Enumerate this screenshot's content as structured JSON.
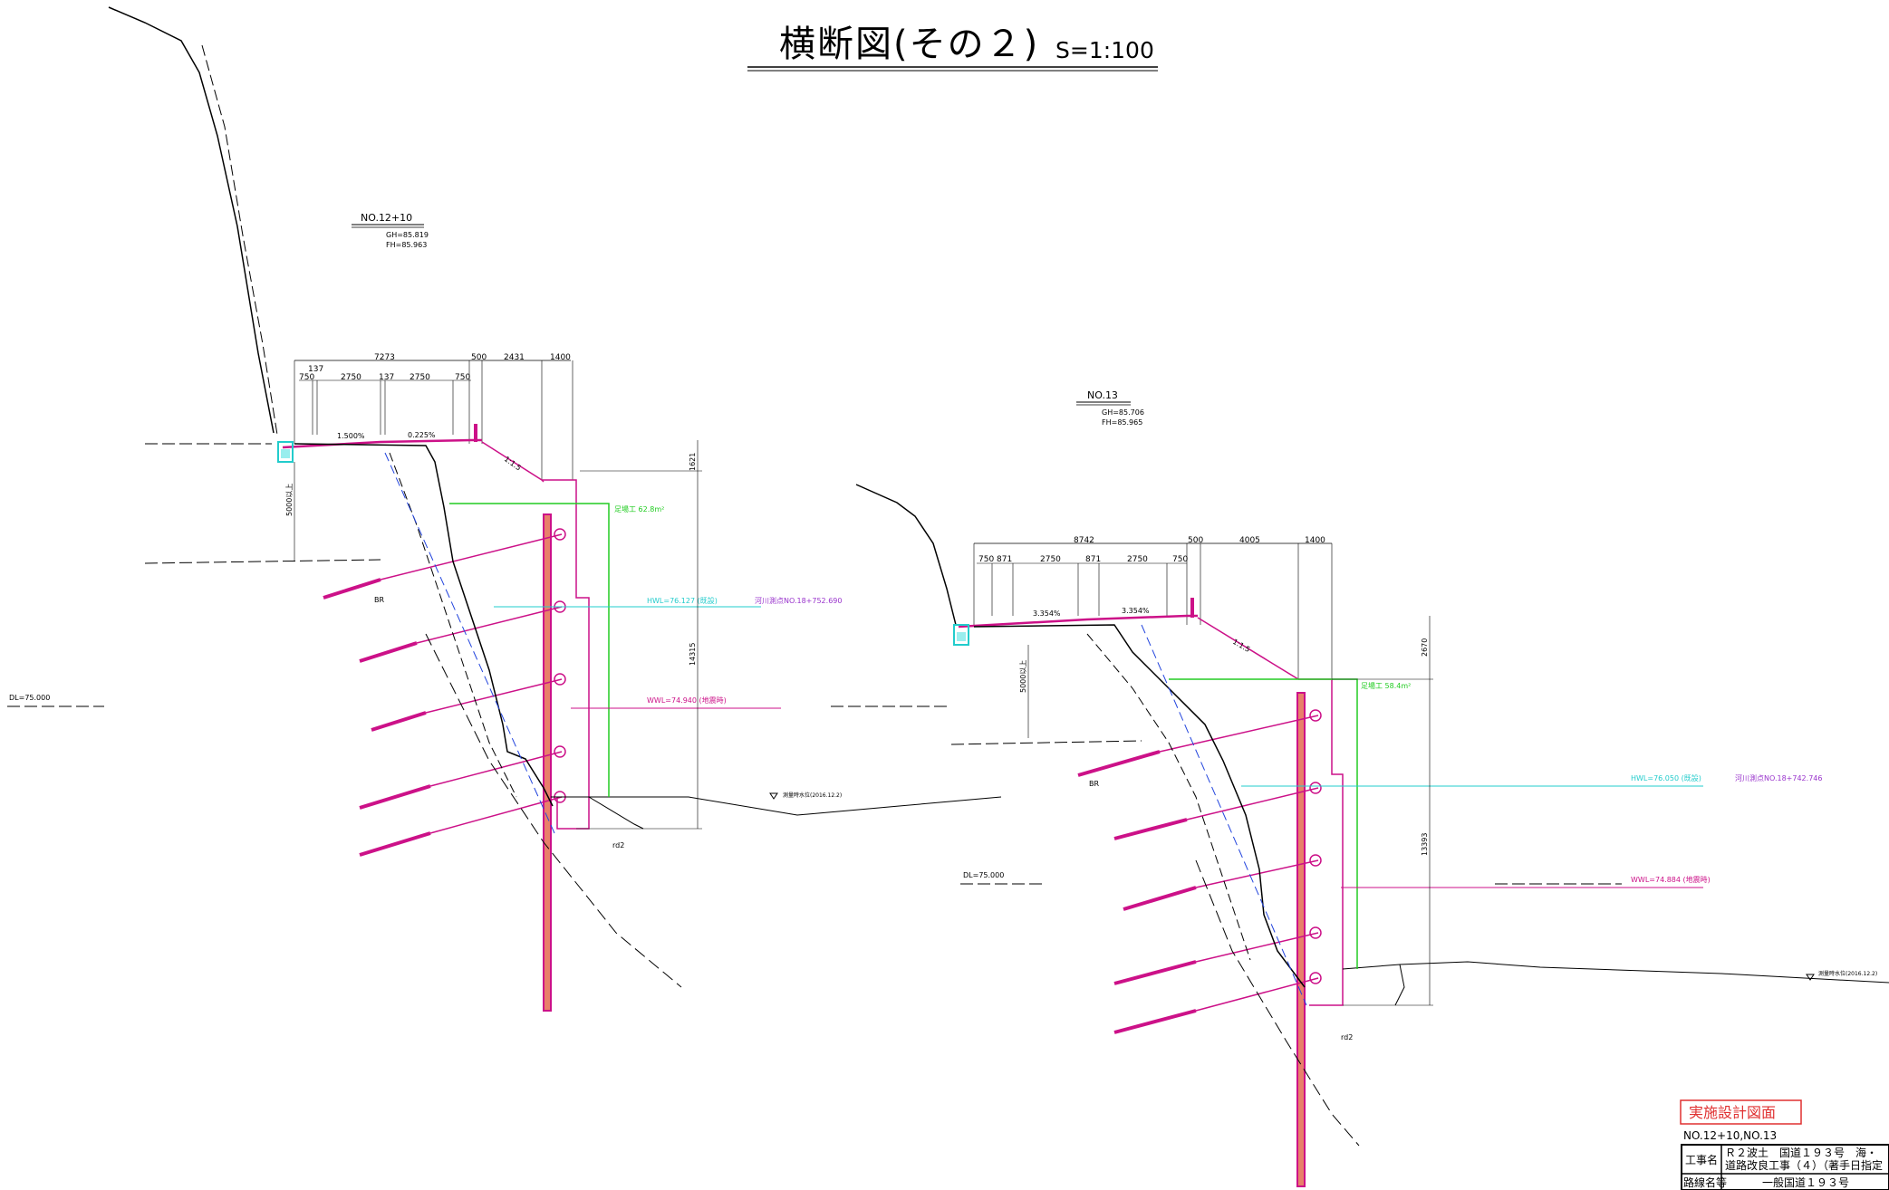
{
  "title": "横断図(その２)",
  "scale": "S=1:100",
  "sections": [
    {
      "name": "NO.12+10",
      "gh": "GH=85.819",
      "fh": "FH=85.963",
      "dims_top": [
        "7273",
        "500",
        "2431",
        "1400"
      ],
      "dims_sub": [
        "137",
        "750",
        "2750",
        "137",
        "2750",
        "750"
      ],
      "slopes": [
        "1.500%",
        "0.225%"
      ],
      "ratio": "1:1.5",
      "depth_note": "5000以上",
      "height_dim": "1621",
      "total_height": "14315",
      "footing": "足場工 62.8m²",
      "hwl": "HWL=76.127 (既設)",
      "river_point": "河川測点NO.18+752.690",
      "wwl": "WWL=74.940 (地震時)",
      "dl": "DL=75.000",
      "br": "BR",
      "rd": "rd2",
      "water_level": "測量時水位(2016.12.2)"
    },
    {
      "name": "NO.13",
      "gh": "GH=85.706",
      "fh": "FH=85.965",
      "dims_top": [
        "8742",
        "500",
        "4005",
        "1400"
      ],
      "dims_sub": [
        "750",
        "871",
        "2750",
        "871",
        "2750",
        "750"
      ],
      "slopes": [
        "3.354%",
        "3.354%"
      ],
      "ratio": "1:1.5",
      "depth_note": "5000以上",
      "height_dim": "2670",
      "total_height": "13393",
      "footing": "足場工 58.4m²",
      "hwl": "HWL=76.050 (既設)",
      "river_point": "河川測点NO.18+742.746",
      "wwl": "WWL=74.884 (地震時)",
      "dl": "DL=75.000",
      "br": "BR",
      "rd": "rd2",
      "water_level": "測量時水位(2016.12.2)"
    }
  ],
  "stamp": "実施設計図面",
  "sheet_label": "NO.12+10,NO.13",
  "title_block": {
    "row1_label": "工事名",
    "row1_value_a": "Ｒ２波土　国道１９３号　海・",
    "row1_value_b": "道路改良工事（４）（著手日指定",
    "row2_label": "路線名等",
    "row2_value": "一般国道１９３号"
  },
  "colors": {
    "line": "#000000",
    "magenta": "#cc1188",
    "pile": "#e8806a",
    "green": "#22cc22",
    "cyan": "#22cccc",
    "blue": "#2244dd",
    "violet": "#9933cc",
    "red_stamp": "#e03030"
  }
}
